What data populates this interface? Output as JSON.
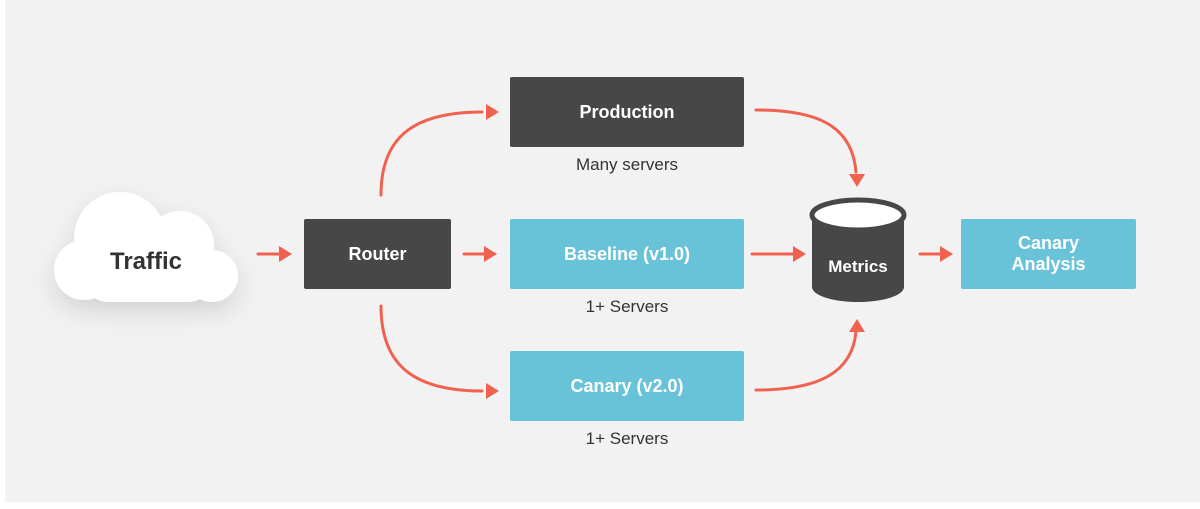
{
  "traffic": {
    "label": "Traffic"
  },
  "router": {
    "label": "Router"
  },
  "production": {
    "label": "Production",
    "caption": "Many servers"
  },
  "baseline": {
    "label": "Baseline (v1.0)",
    "caption": "1+ Servers"
  },
  "canary": {
    "label": "Canary (v2.0)",
    "caption": "1+ Servers"
  },
  "metrics": {
    "label": "Metrics"
  },
  "analysis": {
    "label_line1": "Canary",
    "label_line2": "Analysis"
  },
  "colors": {
    "arrow": "#f0614f",
    "dark_box": "#474747",
    "teal_box": "#69c3d8",
    "background": "#f2f2f2"
  }
}
